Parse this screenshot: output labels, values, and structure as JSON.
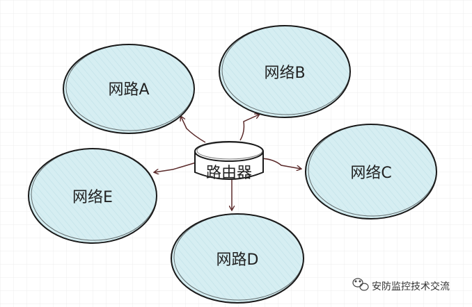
{
  "diagram": {
    "center": {
      "label": "路由器"
    },
    "networks": [
      {
        "id": "a",
        "label": "网路A"
      },
      {
        "id": "b",
        "label": "网络B"
      },
      {
        "id": "c",
        "label": "网络C"
      },
      {
        "id": "d",
        "label": "网路D"
      },
      {
        "id": "e",
        "label": "网络E"
      }
    ]
  },
  "watermark": {
    "text": "安防监控技术交流",
    "icon": "wechat-icon"
  },
  "colors": {
    "bubble_fill": "#d6eef2",
    "outline": "#1a1a1a",
    "connector": "#5a2a2a",
    "grid": "#ececec"
  }
}
